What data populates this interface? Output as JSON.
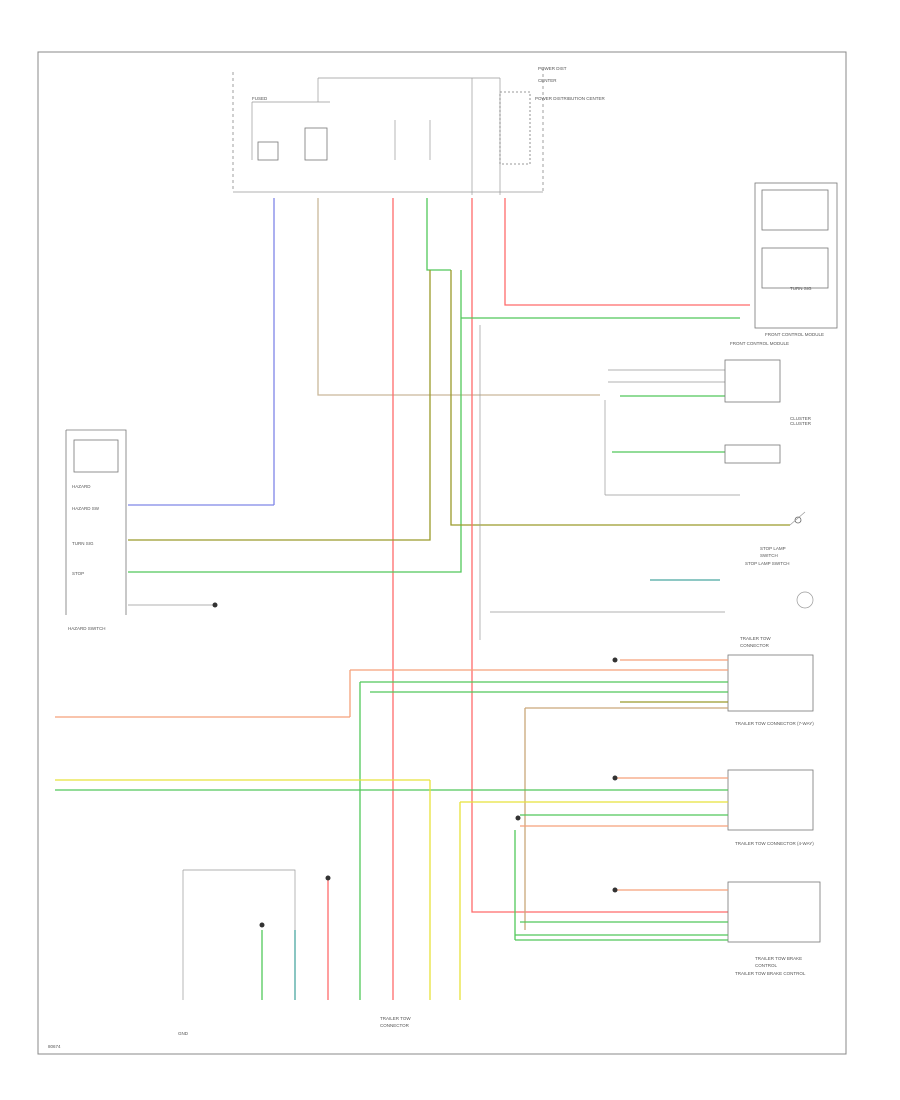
{
  "diagram": {
    "wire_colors": {
      "red": "#ff6b6b",
      "salmon": "#f5a07a",
      "green": "#52c85a",
      "olive": "#9a9a2a",
      "blue": "#7f86e8",
      "yellow": "#e8e23a",
      "gray": "#aaaaaa",
      "teal": "#4aa7a0",
      "tan": "#c9a77a"
    },
    "components": {
      "power_distribution": "POWER DISTRIBUTION CENTER",
      "hazard_switch": "HAZARD SWITCH",
      "front_control_module": "FRONT CONTROL MODULE",
      "cluster": "CLUSTER",
      "stop_lamp_switch": "STOP LAMP SWITCH",
      "trailer_tow_connector_7way": "TRAILER TOW CONNECTOR (7-WAY)",
      "trailer_tow_connector_4way": "TRAILER TOW CONNECTOR (4-WAY)",
      "trailer_tow_brake_control": "TRAILER TOW BRAKE CONTROL"
    },
    "left_labels": [
      "HAZARD SW",
      "TURN SIG",
      "STOP"
    ],
    "note_bottom": "80674"
  }
}
